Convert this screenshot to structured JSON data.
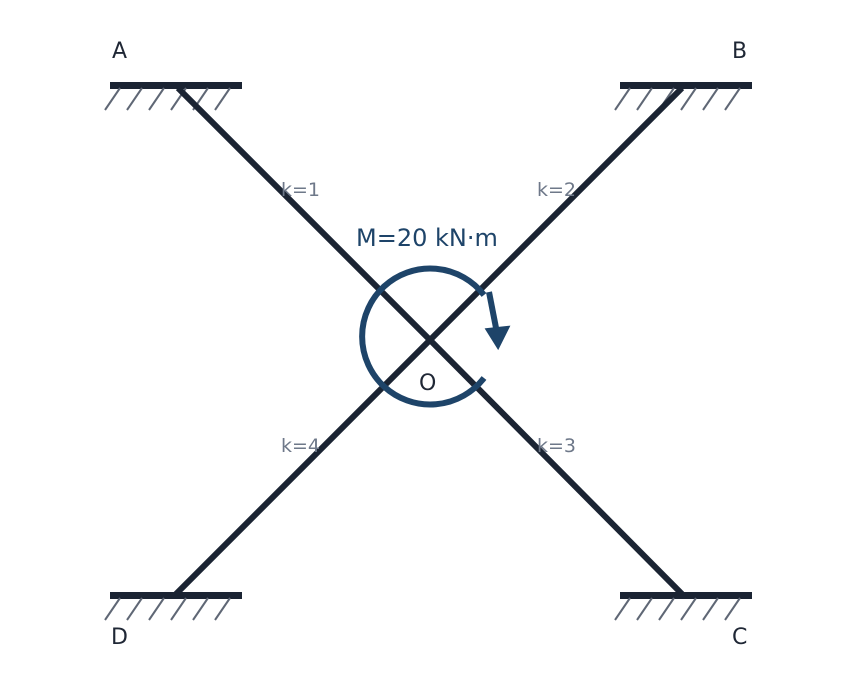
{
  "nodes": {
    "A": "A",
    "B": "B",
    "C": "C",
    "D": "D",
    "O": "O"
  },
  "stiffness": {
    "OA": "k=1",
    "OB": "k=2",
    "OC": "k=3",
    "OD": "k=4"
  },
  "moment": {
    "label": "M=20 kN·m",
    "direction": "clockwise"
  },
  "colors": {
    "member": "#1b2433",
    "hatch": "#5f6775",
    "moment": "#1e4469",
    "stiffness_label": "#6e7889"
  }
}
